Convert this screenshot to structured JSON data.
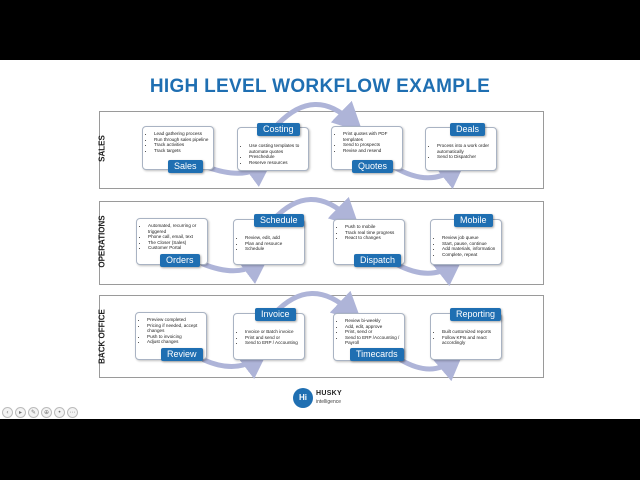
{
  "title": "HIGH LEVEL WORKFLOW EXAMPLE",
  "colors": {
    "accent": "#1f6fb2",
    "arrow": "#aeb4d8"
  },
  "rows": [
    {
      "label": "SALES",
      "steps": [
        {
          "label": "Sales",
          "items": [
            "Lead gathering process",
            "Run through sales pipeline",
            "Track activities",
            "Track targets"
          ]
        },
        {
          "label": "Costing",
          "items": [
            "Use costing templates to automate quotes",
            "Preschedule",
            "Reserve resources"
          ]
        },
        {
          "label": "Quotes",
          "items": [
            "Print quotes with PDF templates",
            "Send to prospects",
            "Revise and resend"
          ]
        },
        {
          "label": "Deals",
          "items": [
            "Process into a work order automatically",
            "Send to Dispatcher"
          ]
        }
      ]
    },
    {
      "label": "OPERATIONS",
      "steps": [
        {
          "label": "Orders",
          "items": [
            "Automated, recurring or triggered",
            "Phone call, email, text",
            "The Closer (Sales)",
            "Customer Portal"
          ]
        },
        {
          "label": "Schedule",
          "items": [
            "Review, edit, add",
            "Plan and resource",
            "Schedule"
          ]
        },
        {
          "label": "Dispatch",
          "items": [
            "Push to mobile",
            "Track real time progress",
            "React to changes"
          ]
        },
        {
          "label": "Mobile",
          "items": [
            "Review job queue",
            "Start, pause, continue",
            "Add materials, information",
            "Complete, repeat"
          ]
        }
      ]
    },
    {
      "label": "BACK OFFICE",
      "steps": [
        {
          "label": "Review",
          "items": [
            "Preview completed",
            "Pricing if needed, accept changes",
            "Push to invoicing",
            "Adjust changes"
          ]
        },
        {
          "label": "Invoice",
          "items": [
            "Invoice or Batch invoice",
            "Print and send or",
            "Send to ERP / Accounting"
          ]
        },
        {
          "label": "Timecards",
          "items": [
            "Review bi-weekly",
            "Add, edit, approve",
            "Print, send or",
            "Send to ERP /Accounting / Payroll"
          ]
        },
        {
          "label": "Reporting",
          "items": [
            "Built customized reports",
            "Follow KPIs and react accordingly"
          ]
        }
      ]
    }
  ],
  "logo": {
    "mark": "Hi",
    "name": "HUSKY",
    "subtitle": "intelligence"
  },
  "controls": [
    "prev-icon",
    "play-icon",
    "pen-icon",
    "zoom-icon",
    "settings-icon",
    "menu-icon"
  ]
}
